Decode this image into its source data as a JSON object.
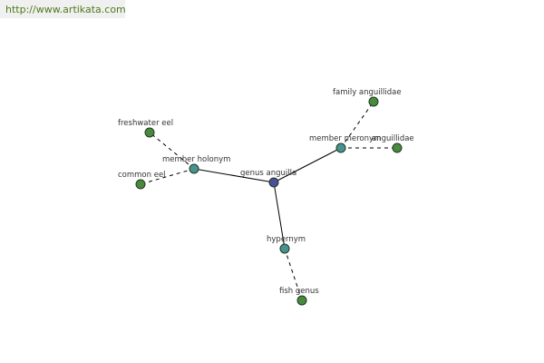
{
  "source_url": "http://www.artikata.com",
  "colors": {
    "center": "#4a4f9a",
    "relation": "#4a9191",
    "leaf": "#4a8a3e"
  },
  "graph": {
    "nodes": [
      {
        "id": "genus-anguilla",
        "label": "genus anguilla",
        "kind": "center"
      },
      {
        "id": "member-holonym",
        "label": "member holonym",
        "kind": "relation"
      },
      {
        "id": "member-meronym",
        "label": "member meronym",
        "kind": "relation"
      },
      {
        "id": "hypernym",
        "label": "hypernym",
        "kind": "relation"
      },
      {
        "id": "freshwater-eel",
        "label": "freshwater eel",
        "kind": "leaf"
      },
      {
        "id": "common-eel",
        "label": "common eel",
        "kind": "leaf"
      },
      {
        "id": "family-anguillidae",
        "label": "family anguillidae",
        "kind": "leaf"
      },
      {
        "id": "anguillidae",
        "label": "anguillidae",
        "kind": "leaf"
      },
      {
        "id": "fish-genus",
        "label": "fish genus",
        "kind": "leaf"
      }
    ],
    "edges": [
      {
        "from": "genus-anguilla",
        "to": "member-holonym",
        "style": "solid"
      },
      {
        "from": "genus-anguilla",
        "to": "member-meronym",
        "style": "solid"
      },
      {
        "from": "genus-anguilla",
        "to": "hypernym",
        "style": "solid"
      },
      {
        "from": "member-holonym",
        "to": "freshwater-eel",
        "style": "dashed"
      },
      {
        "from": "member-holonym",
        "to": "common-eel",
        "style": "dashed"
      },
      {
        "from": "member-meronym",
        "to": "family-anguillidae",
        "style": "dashed"
      },
      {
        "from": "member-meronym",
        "to": "anguillidae",
        "style": "dashed"
      },
      {
        "from": "hypernym",
        "to": "fish-genus",
        "style": "dashed"
      }
    ]
  }
}
